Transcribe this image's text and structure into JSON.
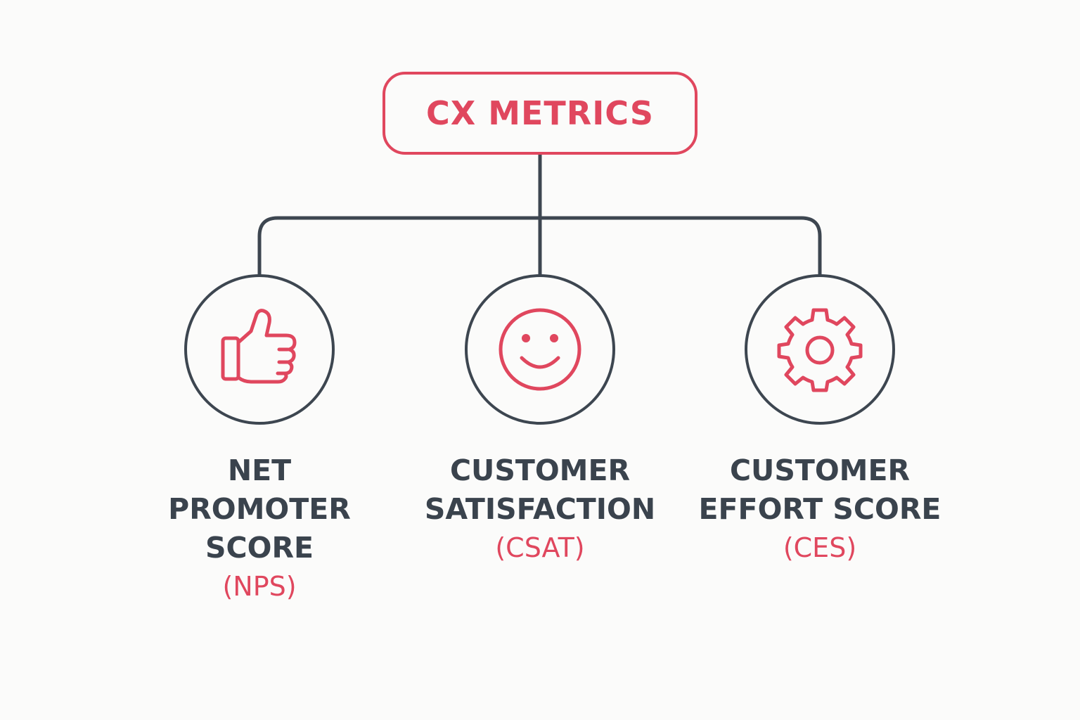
{
  "root": {
    "title": "CX METRICS"
  },
  "colors": {
    "accent": "#e0475e",
    "line": "#3d4650",
    "text": "#3a434d",
    "background": "#fbfbfa"
  },
  "nodes": [
    {
      "icon": "thumbs-up-icon",
      "lines": [
        "NET",
        "PROMOTER",
        "SCORE"
      ],
      "abbr": "(NPS)"
    },
    {
      "icon": "smiley-face-icon",
      "lines": [
        "CUSTOMER",
        "SATISFACTION"
      ],
      "abbr": "(CSAT)"
    },
    {
      "icon": "gear-icon",
      "lines": [
        "CUSTOMER",
        "EFFORT SCORE"
      ],
      "abbr": "(CES)"
    }
  ]
}
